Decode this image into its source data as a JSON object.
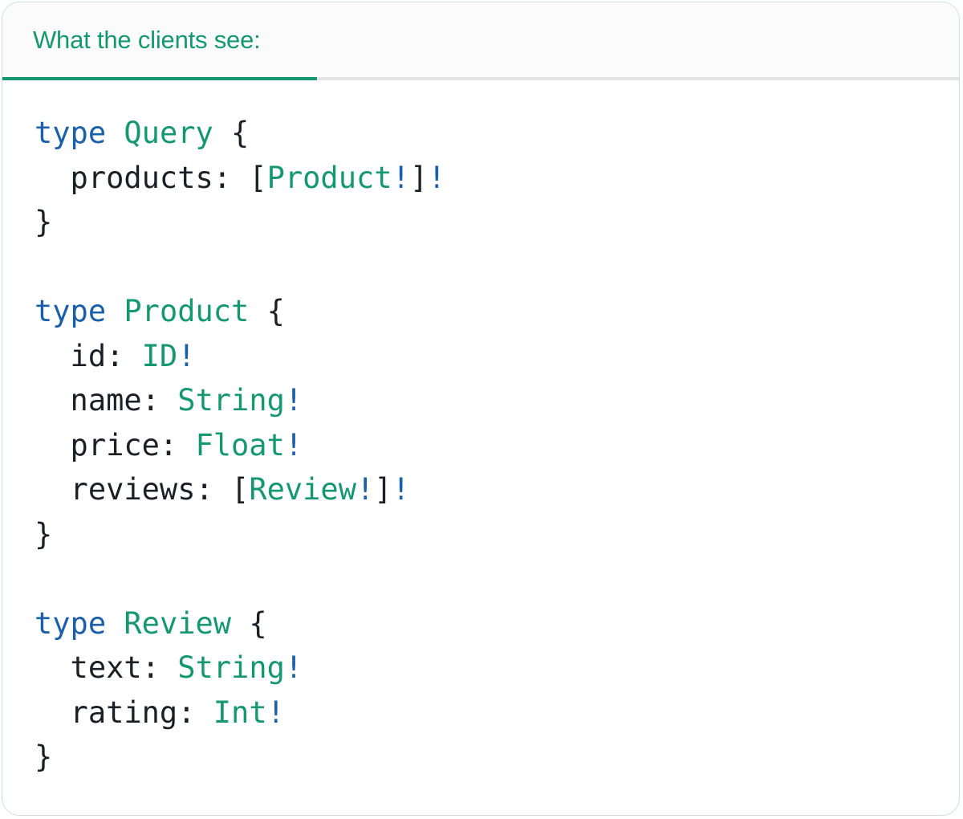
{
  "panel": {
    "header": {
      "title": "What the clients see:"
    },
    "colors": {
      "accent_green": "#16986F",
      "keyword_blue": "#1A5FA8",
      "type_green": "#16986F",
      "bang_blue": "#1A5FA8",
      "plain_text": "#1B2026",
      "divider_gray": "#E4E4E4",
      "header_bg": "#FBFBFB",
      "card_border": "#CFE0D5",
      "code_bg": "#FFFFFF"
    },
    "code": {
      "language": "graphql",
      "plain_text": "type Query {\n  products: [Product!]!\n}\n\ntype Product {\n  id: ID!\n  name: String!\n  price: Float!\n  reviews: [Review!]!\n}\n\ntype Review {\n  text: String!\n  rating: Int!\n}",
      "lines": [
        [
          [
            "kw",
            "type"
          ],
          [
            "pl",
            " "
          ],
          [
            "ty",
            "Query"
          ],
          [
            "pl",
            " {"
          ]
        ],
        [
          [
            "pl",
            "  products: ["
          ],
          [
            "ty",
            "Product"
          ],
          [
            "bang",
            "!"
          ],
          [
            "pl",
            "]"
          ],
          [
            "bang",
            "!"
          ]
        ],
        [
          [
            "pl",
            "}"
          ]
        ],
        [],
        [
          [
            "kw",
            "type"
          ],
          [
            "pl",
            " "
          ],
          [
            "ty",
            "Product"
          ],
          [
            "pl",
            " {"
          ]
        ],
        [
          [
            "pl",
            "  id: "
          ],
          [
            "ty",
            "ID"
          ],
          [
            "bang",
            "!"
          ]
        ],
        [
          [
            "pl",
            "  name: "
          ],
          [
            "ty",
            "String"
          ],
          [
            "bang",
            "!"
          ]
        ],
        [
          [
            "pl",
            "  price: "
          ],
          [
            "ty",
            "Float"
          ],
          [
            "bang",
            "!"
          ]
        ],
        [
          [
            "pl",
            "  reviews: ["
          ],
          [
            "ty",
            "Review"
          ],
          [
            "bang",
            "!"
          ],
          [
            "pl",
            "]"
          ],
          [
            "bang",
            "!"
          ]
        ],
        [
          [
            "pl",
            "}"
          ]
        ],
        [],
        [
          [
            "kw",
            "type"
          ],
          [
            "pl",
            " "
          ],
          [
            "ty",
            "Review"
          ],
          [
            "pl",
            " {"
          ]
        ],
        [
          [
            "pl",
            "  text: "
          ],
          [
            "ty",
            "String"
          ],
          [
            "bang",
            "!"
          ]
        ],
        [
          [
            "pl",
            "  rating: "
          ],
          [
            "ty",
            "Int"
          ],
          [
            "bang",
            "!"
          ]
        ],
        [
          [
            "pl",
            "}"
          ]
        ]
      ]
    }
  }
}
